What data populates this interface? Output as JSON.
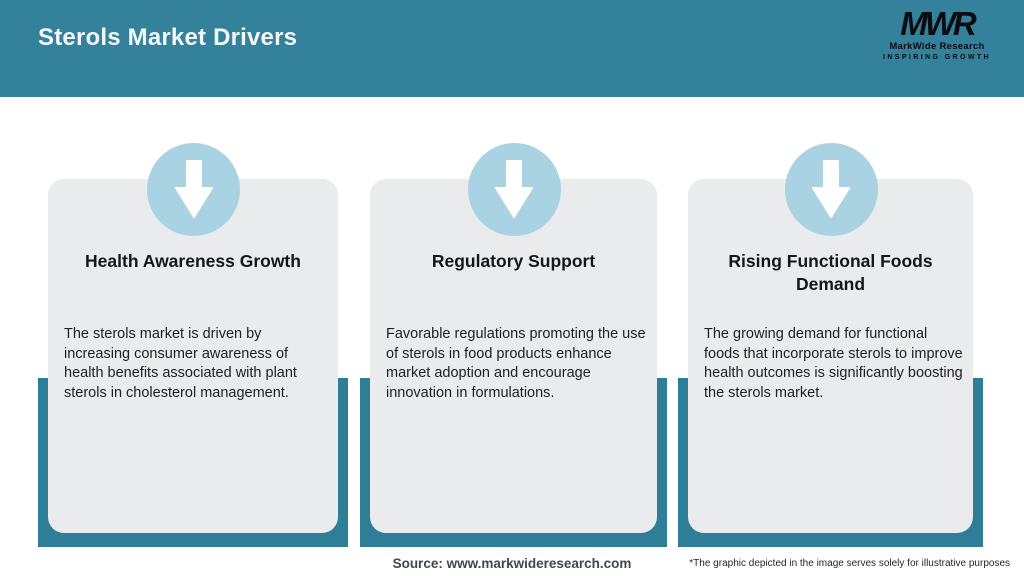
{
  "header": {
    "title": "Sterols Market Drivers",
    "logo": {
      "monogram": "MWR",
      "name": "MarkWide Research",
      "tagline": "INSPIRING GROWTH"
    }
  },
  "cards": [
    {
      "icon": "down-arrow-icon",
      "title": "Health Awareness Growth",
      "body": "The sterols market is driven by increasing consumer awareness of health benefits associated with plant sterols in cholesterol management."
    },
    {
      "icon": "down-arrow-icon",
      "title": "Regulatory Support",
      "body": "Favorable regulations promoting the use of sterols in food products enhance market adoption and encourage innovation in formulations."
    },
    {
      "icon": "down-arrow-icon",
      "title": "Rising Functional Foods Demand",
      "body": "The growing demand for functional foods that incorporate sterols to improve health outcomes is significantly boosting the sterols market."
    }
  ],
  "footer": {
    "source": "Source: www.markwideresearch.com",
    "disclaimer": "*The graphic depicted in the image serves solely for illustrative purposes"
  },
  "colors": {
    "header_bg": "#34819B",
    "band": "#2E7E97",
    "card_bg": "#E9EBEC",
    "circle_bg": "#A9D3E2",
    "arrow": "#FFFFFF",
    "text_dark": "#1D1F20"
  }
}
